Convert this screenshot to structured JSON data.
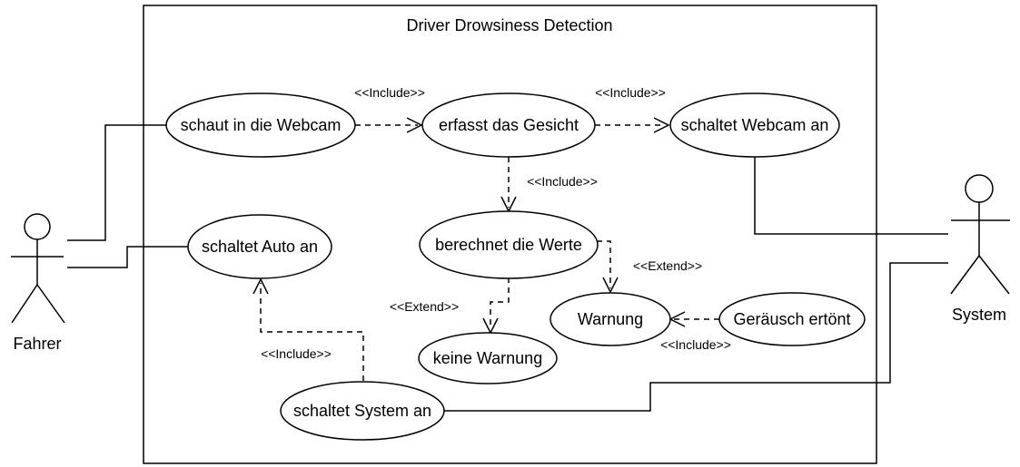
{
  "system": {
    "title": "Driver Drowsiness Detection"
  },
  "actors": {
    "fahrer": {
      "label": "Fahrer"
    },
    "system": {
      "label": "System"
    }
  },
  "use_cases": {
    "webcam_schauen": "schaut in die Webcam",
    "gesicht": "erfasst das Gesicht",
    "webcam_an": "schaltet Webcam an",
    "auto_an": "schaltet Auto an",
    "werte": "berechnet die Werte",
    "warnung": "Warnung",
    "geraeusch": "Geräusch ertönt",
    "keine_warnung": "keine Warnung",
    "system_an": "schaltet System an"
  },
  "relations": {
    "include_1": "<<Include>>",
    "include_2": "<<Include>>",
    "include_3": "<<Include>>",
    "extend_1": "<<Extend>>",
    "extend_2": "<<Extend>>",
    "include_4": "<<Include>>",
    "include_5": "<<Include>>"
  }
}
